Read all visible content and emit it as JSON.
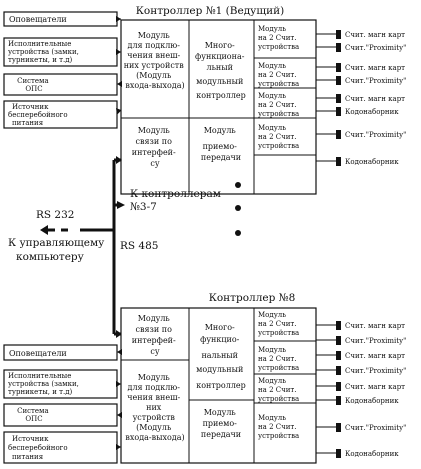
{
  "top_controller": {
    "title": "Контроллер №1 (Ведущий)",
    "io_module": [
      "Модуль",
      "для подклю-",
      "чения внеш-",
      "них устройств",
      "(Модуль",
      "входа-выхода)"
    ],
    "mf_module": [
      "Много-",
      "функциона-",
      "льный",
      "модульный",
      "контроллер"
    ],
    "comm_module": [
      "Модуль",
      "связи по",
      "интерфей-",
      "су"
    ],
    "rx_module": [
      "Модуль",
      "приемо-",
      "передачи"
    ],
    "reader_modules": [
      [
        "Модуль",
        "на 2 Счит.",
        "устройства"
      ],
      [
        "Модуль",
        "на 2 Счит.",
        "устройства"
      ],
      [
        "Модуль",
        "на 2 Счит.",
        "устройства"
      ],
      [
        "Модуль",
        "на 2 Счит.",
        "устройства"
      ]
    ]
  },
  "bottom_controller": {
    "title": "Контроллер №8",
    "comm_module": [
      "Модуль",
      "связи по",
      "интерфей-",
      "су"
    ],
    "mf_module": [
      "Много-",
      "функцио-",
      "нальный",
      "модульный",
      "контроллер"
    ],
    "io_module": [
      "Модуль",
      "для подклю-",
      "чения внеш-",
      "них",
      "устройств",
      "(Модуль",
      "входа-выхода)"
    ],
    "rx_module": [
      "Модуль",
      "приемо-",
      "передачи"
    ],
    "reader_modules": [
      [
        "Модуль",
        "на 2 Счит.",
        "устройства"
      ],
      [
        "Модуль",
        "на 2 Счит.",
        "устройства"
      ],
      [
        "Модуль",
        "на 2 Счит.",
        "устройства"
      ],
      [
        "Модуль",
        "на 2 Счит.",
        "устройства"
      ]
    ]
  },
  "top_left_devices": [
    [
      "Оповещатели"
    ],
    [
      "Исполнительные",
      "устройства (замки,",
      "турникеты, и т.д)"
    ],
    [
      "Система",
      "ОПС"
    ],
    [
      "Источник",
      "бесперебойного",
      "питания"
    ]
  ],
  "bottom_left_devices": [
    [
      "Оповещатели"
    ],
    [
      "Исполнительные",
      "устройства (замки,",
      "турникеты, и т.д)"
    ],
    [
      "Система",
      "ОПС"
    ],
    [
      "Источник",
      "бесперебойного",
      "питания"
    ]
  ],
  "top_right_devices": [
    "Счит. магн карт",
    "Счит.\"Proximity\"",
    "Счит. магн карт",
    "Счит.\"Proximity\"",
    "Счит. магн карт",
    "Кодонаборник",
    "Счит.\"Proximity\"",
    "Кодонаборник"
  ],
  "bottom_right_devices": [
    "Счит. магн карт",
    "Счит.\"Proximity\"",
    "Счит. магн карт",
    "Счит.\"Proximity\"",
    "Счит. магн карт",
    "Кодонаборник",
    "Счит.\"Proximity\"",
    "Кодонаборник"
  ],
  "labels": {
    "to_controllers": [
      "К контроллерам",
      "№3-7"
    ],
    "rs232": "RS 232",
    "rs485": "RS 485",
    "to_computer": [
      "К управляющему",
      "компьютеру"
    ]
  }
}
